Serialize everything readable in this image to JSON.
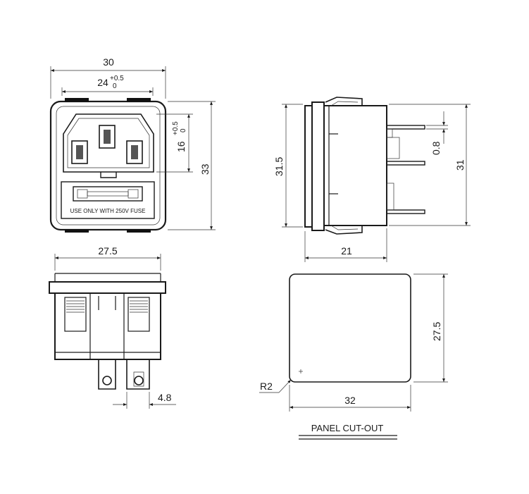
{
  "front_view": {
    "width_dim": "30",
    "inner_width_dim": "24",
    "inner_width_tol_upper": "+0.5",
    "inner_width_tol_lower": "0",
    "height_dim": "33",
    "socket_height_dim": "16",
    "socket_height_tol_upper": "+0.5",
    "socket_height_tol_lower": "0",
    "fuse_label": "USE ONLY WITH 250V FUSE"
  },
  "side_view": {
    "flange_height_dim": "31.5",
    "body_height_dim": "31",
    "terminal_thickness_dim": "0.8",
    "depth_dim": "21"
  },
  "bottom_view": {
    "width_dim": "27.5",
    "terminal_width_dim": "4.8"
  },
  "panel_cutout": {
    "height_dim": "27.5",
    "width_dim": "32",
    "radius_dim": "R2",
    "title": "PANEL CUT-OUT"
  }
}
